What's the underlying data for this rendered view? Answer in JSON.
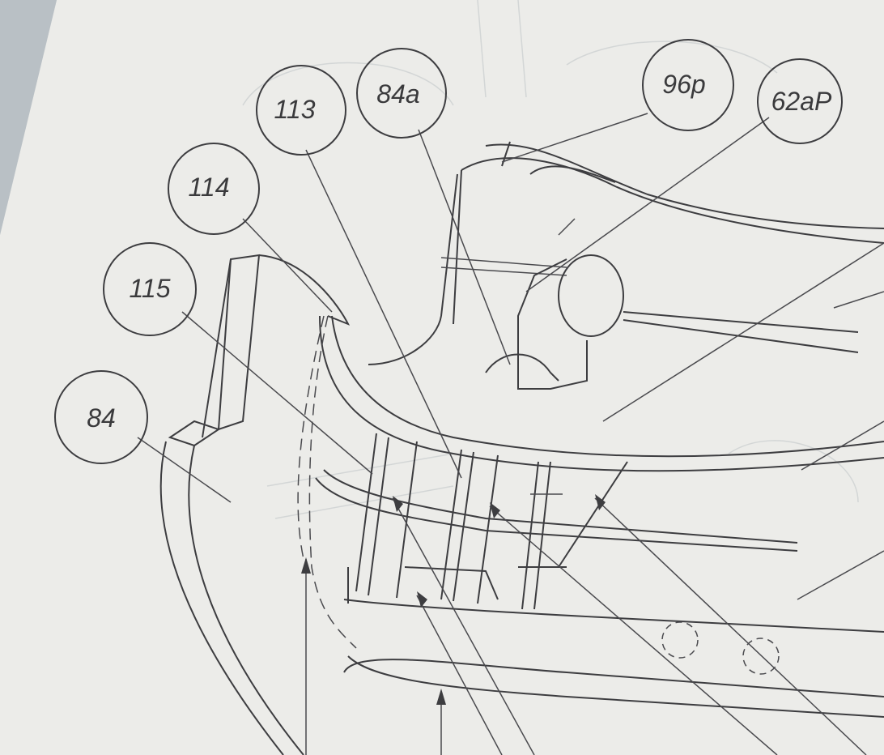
{
  "diagram": {
    "callouts": [
      {
        "id": "113",
        "label": "113"
      },
      {
        "id": "84a",
        "label": "84a"
      },
      {
        "id": "96p",
        "label": "96p"
      },
      {
        "id": "62aP",
        "label": "62aP"
      },
      {
        "id": "114",
        "label": "114"
      },
      {
        "id": "115",
        "label": "115"
      },
      {
        "id": "84",
        "label": "84"
      }
    ],
    "colors": {
      "paper": "#ececea",
      "ink": "#3d3d40",
      "backdrop": "#c9ced2"
    }
  }
}
